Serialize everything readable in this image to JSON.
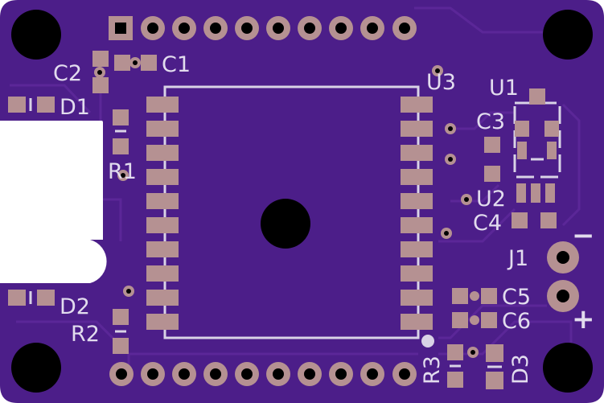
{
  "colors": {
    "board": "#4c1e89",
    "trace": "#5b2798",
    "pad": "#b59192",
    "silk": "#e2dcee",
    "hole": "#000000"
  },
  "labels": {
    "c1": "C1",
    "c2": "C2",
    "d1": "D1",
    "r1": "R1",
    "u3": "U3",
    "u1": "U1",
    "c3": "C3",
    "u2": "U2",
    "c4": "C4",
    "j1": "J1",
    "c5": "C5",
    "c6": "C6",
    "d2": "D2",
    "r2": "R2",
    "r3": "R3",
    "d3": "D3",
    "minus": "−",
    "plus": "+"
  }
}
